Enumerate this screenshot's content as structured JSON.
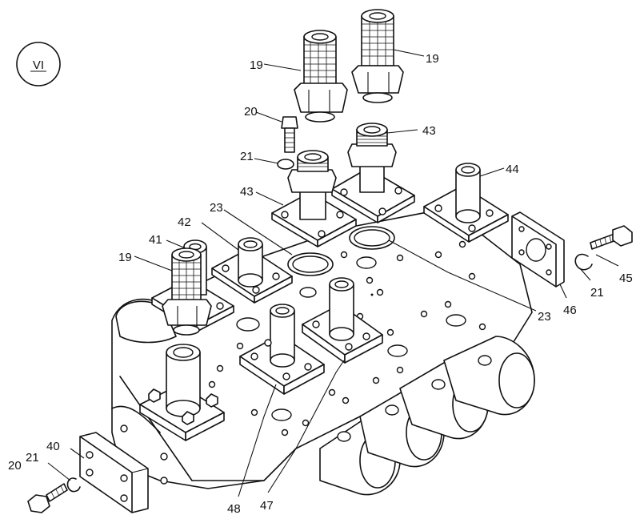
{
  "view_label": "VI",
  "callouts": {
    "c19a": "19",
    "c19b": "19",
    "c19c": "19",
    "c20a": "20",
    "c20b": "20",
    "c21a": "21",
    "c21b": "21",
    "c21c": "21",
    "c23a": "23",
    "c23b": "23",
    "c40": "40",
    "c41": "41",
    "c42": "42",
    "c43a": "43",
    "c43b": "43",
    "c44": "44",
    "c45": "45",
    "c46": "46",
    "c47": "47",
    "c48": "48"
  }
}
